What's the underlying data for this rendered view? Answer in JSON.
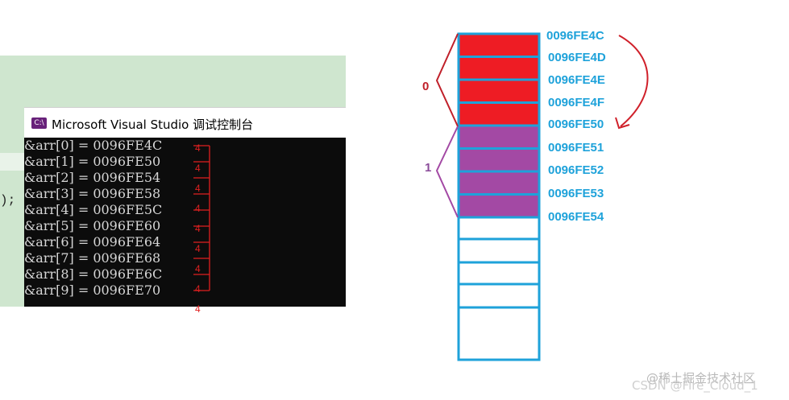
{
  "console": {
    "title": "Microsoft Visual Studio 调试控制台",
    "icon": "visual-studio-icon",
    "icon_text": "C:\\",
    "lines": [
      "&arr[0] = 0096FE4C",
      "&arr[1] = 0096FE50",
      "&arr[2] = 0096FE54",
      "&arr[3] = 0096FE58",
      "&arr[4] = 0096FE5C",
      "&arr[5] = 0096FE60",
      "&arr[6] = 0096FE64",
      "&arr[7] = 0096FE68",
      "&arr[8] = 0096FE6C",
      "&arr[9] = 0096FE70"
    ],
    "stride_labels": [
      "4",
      "4",
      "4",
      "4",
      "4",
      "4",
      "4",
      "4",
      "4"
    ],
    "stride_color": "#e02020"
  },
  "editor": {
    "code_fragment": ");",
    "background_color": "#cfe6cf"
  },
  "memory": {
    "addresses": [
      "0096FE4C",
      "0096FE4D",
      "0096FE4E",
      "0096FE4F",
      "0096FE50",
      "0096FE51",
      "0096FE52",
      "0096FE53",
      "0096FE54"
    ],
    "groups": [
      {
        "label": "0",
        "color": "#ee1c24",
        "cells": 4
      },
      {
        "label": "1",
        "color": "#a349a4",
        "cells": 4
      }
    ],
    "empty_cells": 5,
    "cell_border_color": "#1ea2da",
    "address_color": "#1ea2da"
  },
  "watermark": "CSDN @Fire_Cloud_1",
  "watermark2": "@稀土掘金技术社区"
}
